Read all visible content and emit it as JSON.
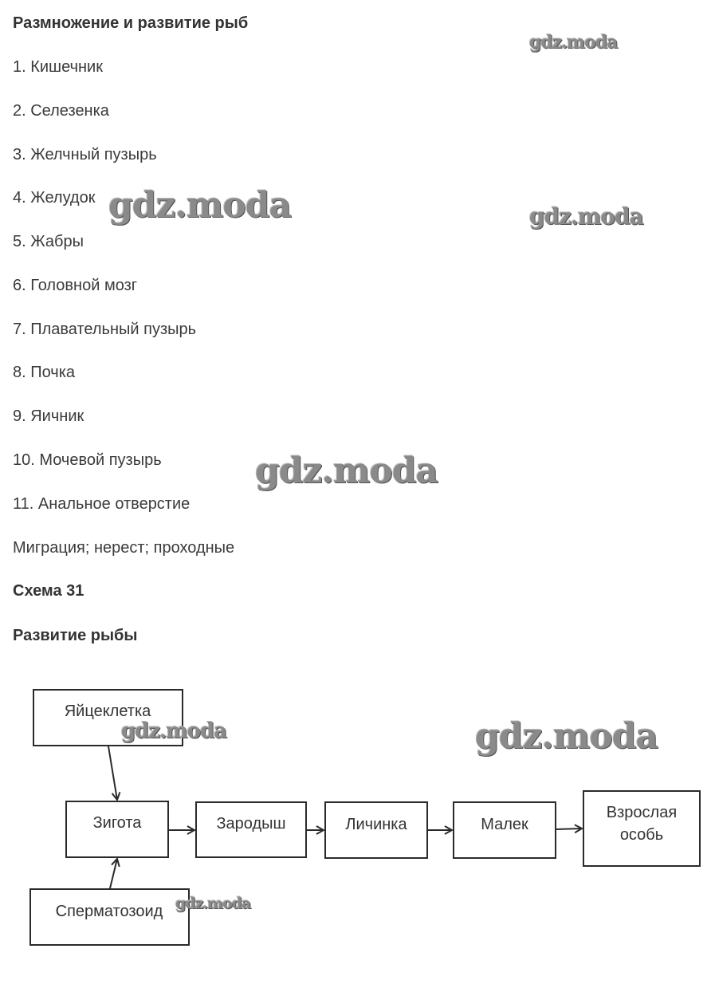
{
  "heading": "Размножение и развитие рыб",
  "items": [
    "1. Кишечник",
    "2. Селезенка",
    "3. Желчный пузырь",
    "4. Желудок",
    "5. Жабры",
    "6. Головной мозг",
    "7. Плавательный пузырь",
    "8. Почка",
    "9. Яичник",
    "10. Мочевой пузырь",
    "11. Анальное отверстие"
  ],
  "answer_line": "Миграция; нерест; проходные",
  "scheme_title": "Схема 31",
  "scheme_subtitle": "Развитие рыбы",
  "diagram": {
    "egg": "Яйцеклетка",
    "sperm": "Сперматозоид",
    "zygote": "Зигота",
    "embryo": "Зародыш",
    "larva": "Личинка",
    "fry": "Малек",
    "adult_line1": "Взрослая",
    "adult_line2": "особь"
  },
  "watermark": "gdz.moda"
}
